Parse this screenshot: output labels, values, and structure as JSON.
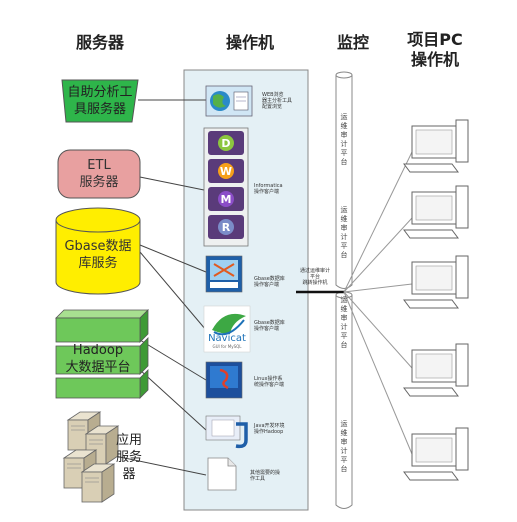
{
  "headers": {
    "servers": "服务器",
    "operator": "操作机",
    "monitor": "监控",
    "project_pc_line1": "项目PC",
    "project_pc_line2": "操作机"
  },
  "servers": {
    "analysis": {
      "line1": "自助分析工",
      "line2": "具服务器",
      "fill": "#2eb54a"
    },
    "etl": {
      "line1": "ETL",
      "line2": "服务器",
      "fill": "#e8a0a0"
    },
    "gbase": {
      "line1": "Gbase数据",
      "line2": "库服务",
      "fill": "#ffee00"
    },
    "hadoop": {
      "line1": "Hadoop",
      "line2": "大数据平台",
      "fill": "#6ec85a"
    },
    "app": {
      "line1": "应用",
      "line2": "服务",
      "line3": "器"
    }
  },
  "clients": {
    "web": {
      "line1": "WEB浏览",
      "line2": "器主分析工具",
      "line3": "配置浏览"
    },
    "informatica": {
      "line1": "Informatica",
      "line2": "操作客户端"
    },
    "gbase_client": {
      "line1": "Gbase数据库",
      "line2": "操作客户端"
    },
    "navicat": {
      "line1": "Gbase数据库",
      "line2": "操作客户端",
      "logo_main": "Navicat",
      "logo_sub": "GUI for MySQL"
    },
    "linux": {
      "line1": "Linux操作系",
      "line2": "统操作客户端"
    },
    "java": {
      "line1": "Java开发环境",
      "line2": "操作Hadoop"
    },
    "other": {
      "line1": "其他需要的操",
      "line2": "作工具"
    }
  },
  "monitor": {
    "vertical_label": "运维审计平台",
    "center_line1": "通过运维审计",
    "center_line2": "平台",
    "center_line3": "跳转操作机"
  },
  "informatica_icons": [
    "D",
    "W",
    "M",
    "R"
  ]
}
